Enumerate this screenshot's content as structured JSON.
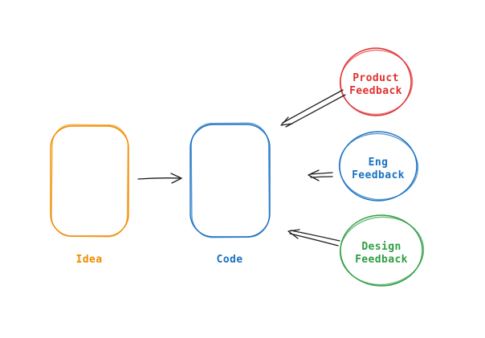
{
  "diagram": {
    "nodes": {
      "idea": {
        "label": "Idea"
      },
      "code": {
        "label": "Code"
      },
      "product_feedback": {
        "line1": "Product",
        "line2": "Feedback"
      },
      "eng_feedback": {
        "line1": "Eng",
        "line2": "Feedback"
      },
      "design_feedback": {
        "line1": "Design",
        "line2": "Feedback"
      }
    },
    "colors": {
      "orange": "#f08c00",
      "blue": "#1971c2",
      "red": "#e03131",
      "green": "#2f9e44",
      "arrow": "#1e1e1e",
      "background": "#ffffff"
    }
  }
}
